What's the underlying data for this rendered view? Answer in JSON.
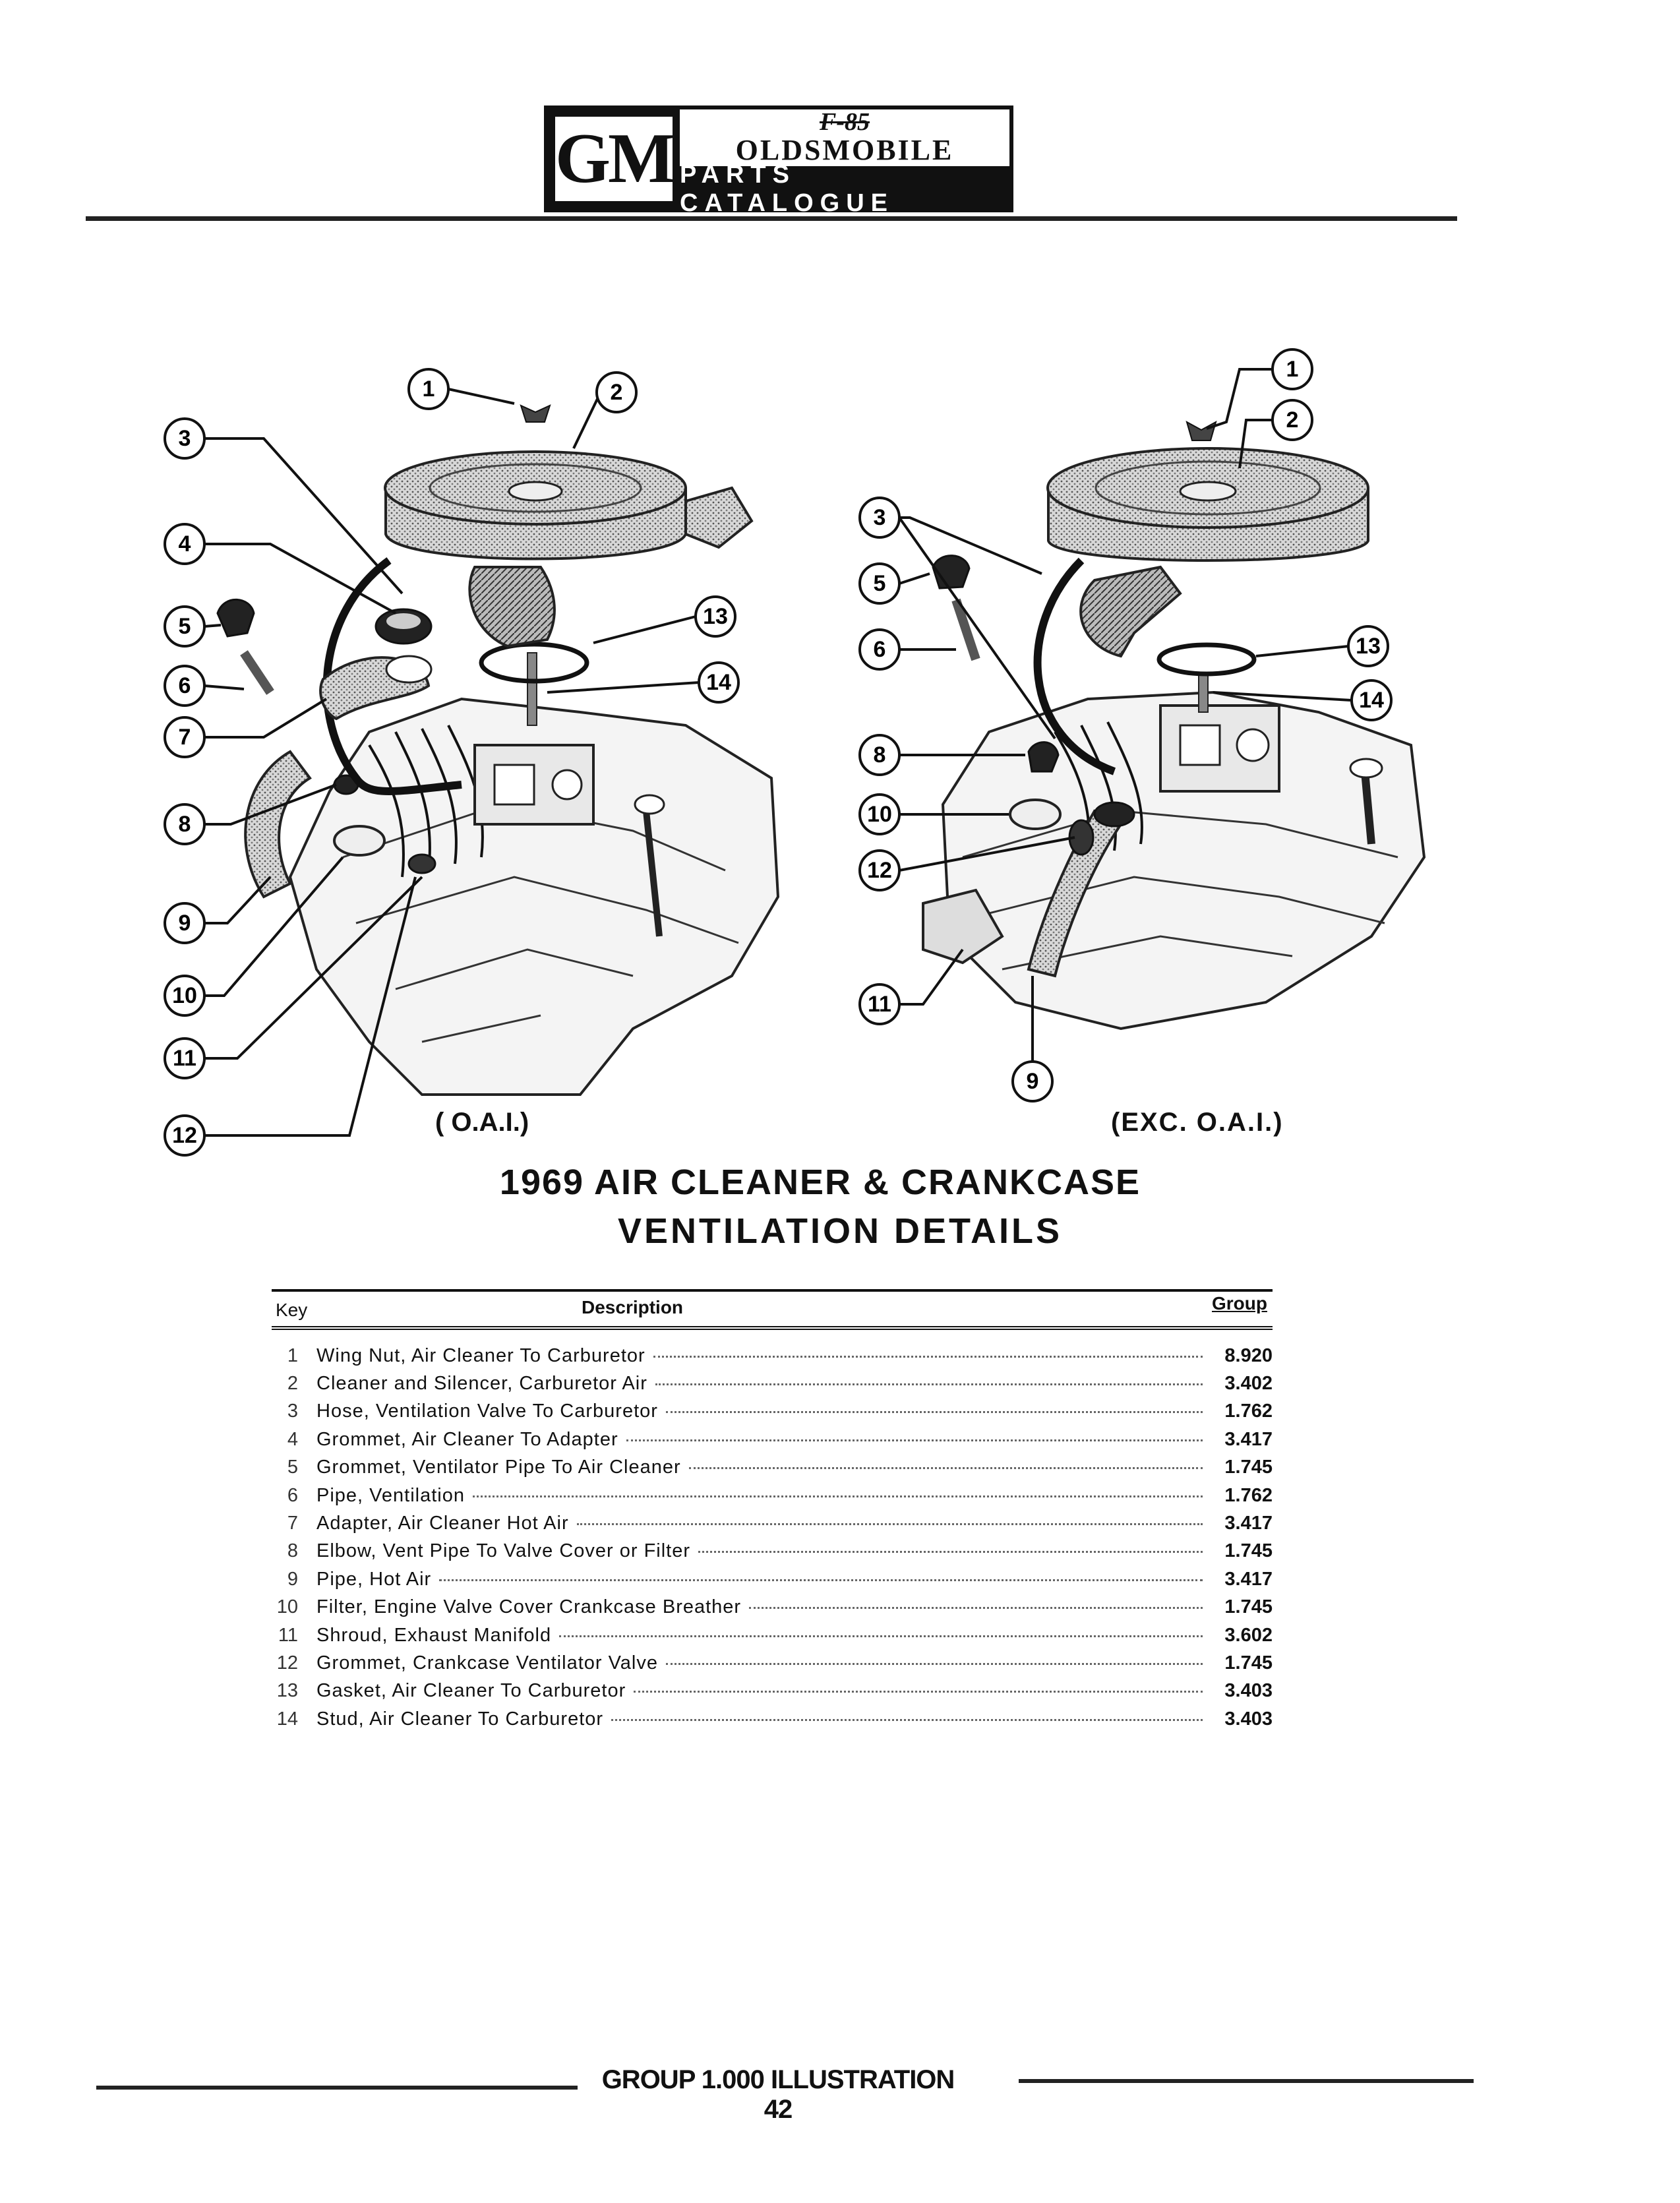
{
  "header": {
    "logo": "GM",
    "body_mark": "F-85",
    "make": "OLDSMOBILE",
    "catalogue": "PARTS CATALOGUE"
  },
  "illustrations": {
    "left_caption": "( O.A.I.)",
    "right_caption": "(EXC. O.A.I.)",
    "left_callouts": [
      "1",
      "2",
      "3",
      "4",
      "5",
      "6",
      "7",
      "8",
      "9",
      "10",
      "11",
      "12",
      "13",
      "14"
    ],
    "right_callouts": [
      "1",
      "2",
      "3",
      "5",
      "6",
      "8",
      "10",
      "12",
      "11",
      "9",
      "13",
      "14"
    ]
  },
  "figure_title": {
    "line1": "1969 AIR CLEANER & CRANKCASE",
    "line2": "VENTILATION DETAILS"
  },
  "table": {
    "headers": {
      "key": "Key",
      "description": "Description",
      "group": "Group"
    },
    "rows": [
      {
        "key": "1",
        "description": "Wing Nut, Air Cleaner To Carburetor",
        "group": "8.920"
      },
      {
        "key": "2",
        "description": "Cleaner and Silencer, Carburetor Air",
        "group": "3.402"
      },
      {
        "key": "3",
        "description": "Hose, Ventilation Valve To Carburetor",
        "group": "1.762"
      },
      {
        "key": "4",
        "description": "Grommet, Air Cleaner To Adapter",
        "group": "3.417"
      },
      {
        "key": "5",
        "description": "Grommet, Ventilator Pipe To Air Cleaner",
        "group": "1.745"
      },
      {
        "key": "6",
        "description": "Pipe, Ventilation",
        "group": "1.762"
      },
      {
        "key": "7",
        "description": "Adapter, Air Cleaner Hot Air",
        "group": "3.417"
      },
      {
        "key": "8",
        "description": "Elbow, Vent Pipe To Valve Cover or Filter",
        "group": "1.745"
      },
      {
        "key": "9",
        "description": "Pipe, Hot Air",
        "group": "3.417"
      },
      {
        "key": "10",
        "description": "Filter, Engine Valve Cover Crankcase Breather",
        "group": "1.745"
      },
      {
        "key": "11",
        "description": "Shroud, Exhaust Manifold",
        "group": "3.602"
      },
      {
        "key": "12",
        "description": "Grommet, Crankcase Ventilator Valve",
        "group": "1.745"
      },
      {
        "key": "13",
        "description": "Gasket, Air Cleaner To Carburetor",
        "group": "3.403"
      },
      {
        "key": "14",
        "description": "Stud, Air Cleaner To Carburetor",
        "group": "3.403"
      }
    ]
  },
  "footer": {
    "text": "GROUP 1.000 ILLUSTRATION 42"
  }
}
